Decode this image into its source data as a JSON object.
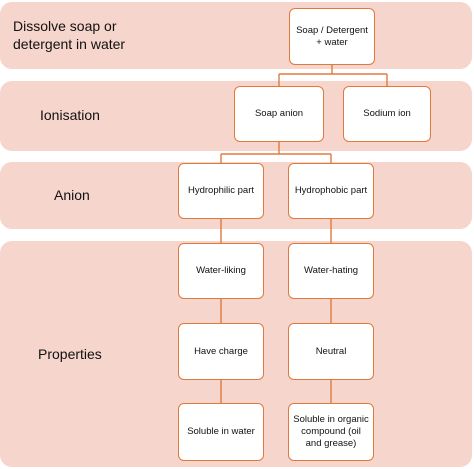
{
  "bands": [
    {
      "label": "Dissolve soap or detergent in water"
    },
    {
      "label": "Ionisation"
    },
    {
      "label": "Anion"
    },
    {
      "label": "Properties"
    }
  ],
  "nodes": {
    "soap_water": "Soap / Detergent + water",
    "soap_anion": "Soap anion",
    "sodium_ion": "Sodium ion",
    "hydrophilic": "Hydrophilic part",
    "hydrophobic": "Hydrophobic part",
    "water_liking": "Water-liking",
    "water_hating": "Water-hating",
    "have_charge": "Have charge",
    "neutral": "Neutral",
    "soluble_water": "Soluble in water",
    "soluble_organic": "Soluble in organic compound (oil and grease)"
  },
  "colors": {
    "band_fill": "#f6d5cc",
    "node_border": "#e07a3c",
    "connector": "#e07a3c"
  }
}
